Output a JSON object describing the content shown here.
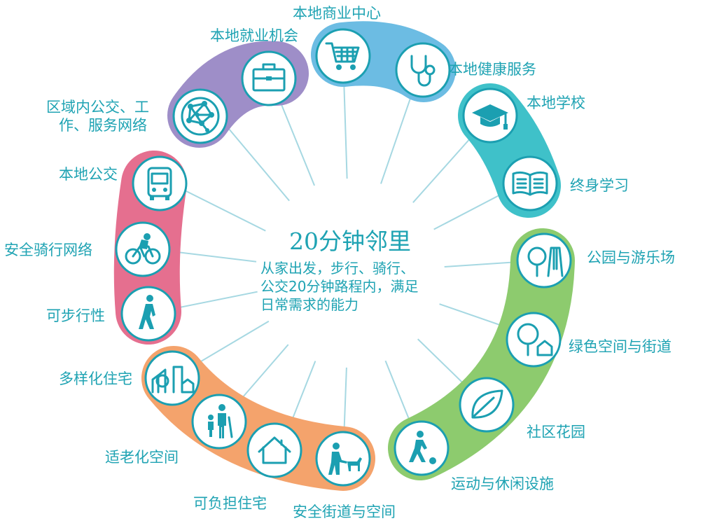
{
  "center": {
    "title": "20分钟邻里",
    "desc_line1": "从家出发，步行、骑行、",
    "desc_line2": "公交20分钟路程内，满足",
    "desc_line3": "日常需求的能力"
  },
  "colors": {
    "text": "#1fa3b3",
    "icon": "#1b9fb1",
    "purple_band": "#9e8ec8",
    "blue_band": "#6cbce3",
    "teal_band": "#3fc1c9",
    "green_band": "#8dcb6e",
    "orange_band": "#f4a36c",
    "pink_band": "#e56f8f",
    "spoke": "#a6d8e2"
  },
  "labels": {
    "employment": "本地就业机会",
    "commerce": "本地商业中心",
    "health": "本地健康服务",
    "school": "本地学校",
    "lifelong_line1": "终身学习",
    "network_line1": "区域内公交、工",
    "network_line2": "作、服务网络",
    "transit": "本地公交",
    "cycling": "安全骑行网络",
    "walkability": "可步行性",
    "parks": "公园与游乐场",
    "green": "绿色空间与街道",
    "garden": "社区花园",
    "sports": "运动与休闲设施",
    "housing_diverse": "多样化住宅",
    "aging": "适老化空间",
    "affordable": "可负担住宅",
    "safe_streets": "安全街道与空间"
  },
  "icons": [
    {
      "id": "briefcase",
      "name": "briefcase-icon"
    },
    {
      "id": "network",
      "name": "network-icon"
    },
    {
      "id": "cart",
      "name": "shopping-cart-icon"
    },
    {
      "id": "stethoscope",
      "name": "stethoscope-icon"
    },
    {
      "id": "gradcap",
      "name": "graduation-cap-icon"
    },
    {
      "id": "book",
      "name": "open-book-icon"
    },
    {
      "id": "bus",
      "name": "bus-icon"
    },
    {
      "id": "bike",
      "name": "cyclist-icon"
    },
    {
      "id": "walk",
      "name": "walking-person-icon"
    },
    {
      "id": "park",
      "name": "park-playground-icon"
    },
    {
      "id": "trees",
      "name": "green-street-icon"
    },
    {
      "id": "leaf",
      "name": "leaf-icon"
    },
    {
      "id": "soccer",
      "name": "soccer-player-icon"
    },
    {
      "id": "houses",
      "name": "diverse-housing-icon"
    },
    {
      "id": "elderly",
      "name": "elderly-people-icon"
    },
    {
      "id": "house",
      "name": "house-icon"
    },
    {
      "id": "dogwalk",
      "name": "dog-walker-icon"
    }
  ]
}
